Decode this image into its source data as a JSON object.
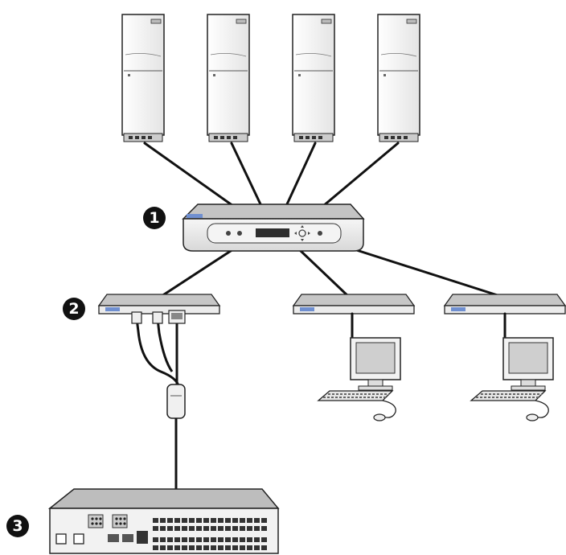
{
  "callouts": {
    "one": "1",
    "two": "2",
    "three": "3"
  },
  "colors": {
    "line": "#111111",
    "device_fill": "#f2f2f2",
    "device_shade": "#c8c8c8",
    "device_dark": "#555555",
    "accent_blue": "#6f8fd0",
    "screen": "#cfcfcf"
  },
  "icons": {
    "servers": [
      "tower-server-icon",
      "tower-server-icon",
      "tower-server-icon",
      "tower-server-icon"
    ],
    "main_switch": "kvm-switch-icon",
    "remote_units": [
      "kvm-extender-icon",
      "kvm-extender-icon",
      "kvm-extender-icon"
    ],
    "workstations": [
      "monitor-keyboard-icon",
      "monitor-keyboard-icon"
    ],
    "rack_switch": "rack-switch-icon"
  }
}
